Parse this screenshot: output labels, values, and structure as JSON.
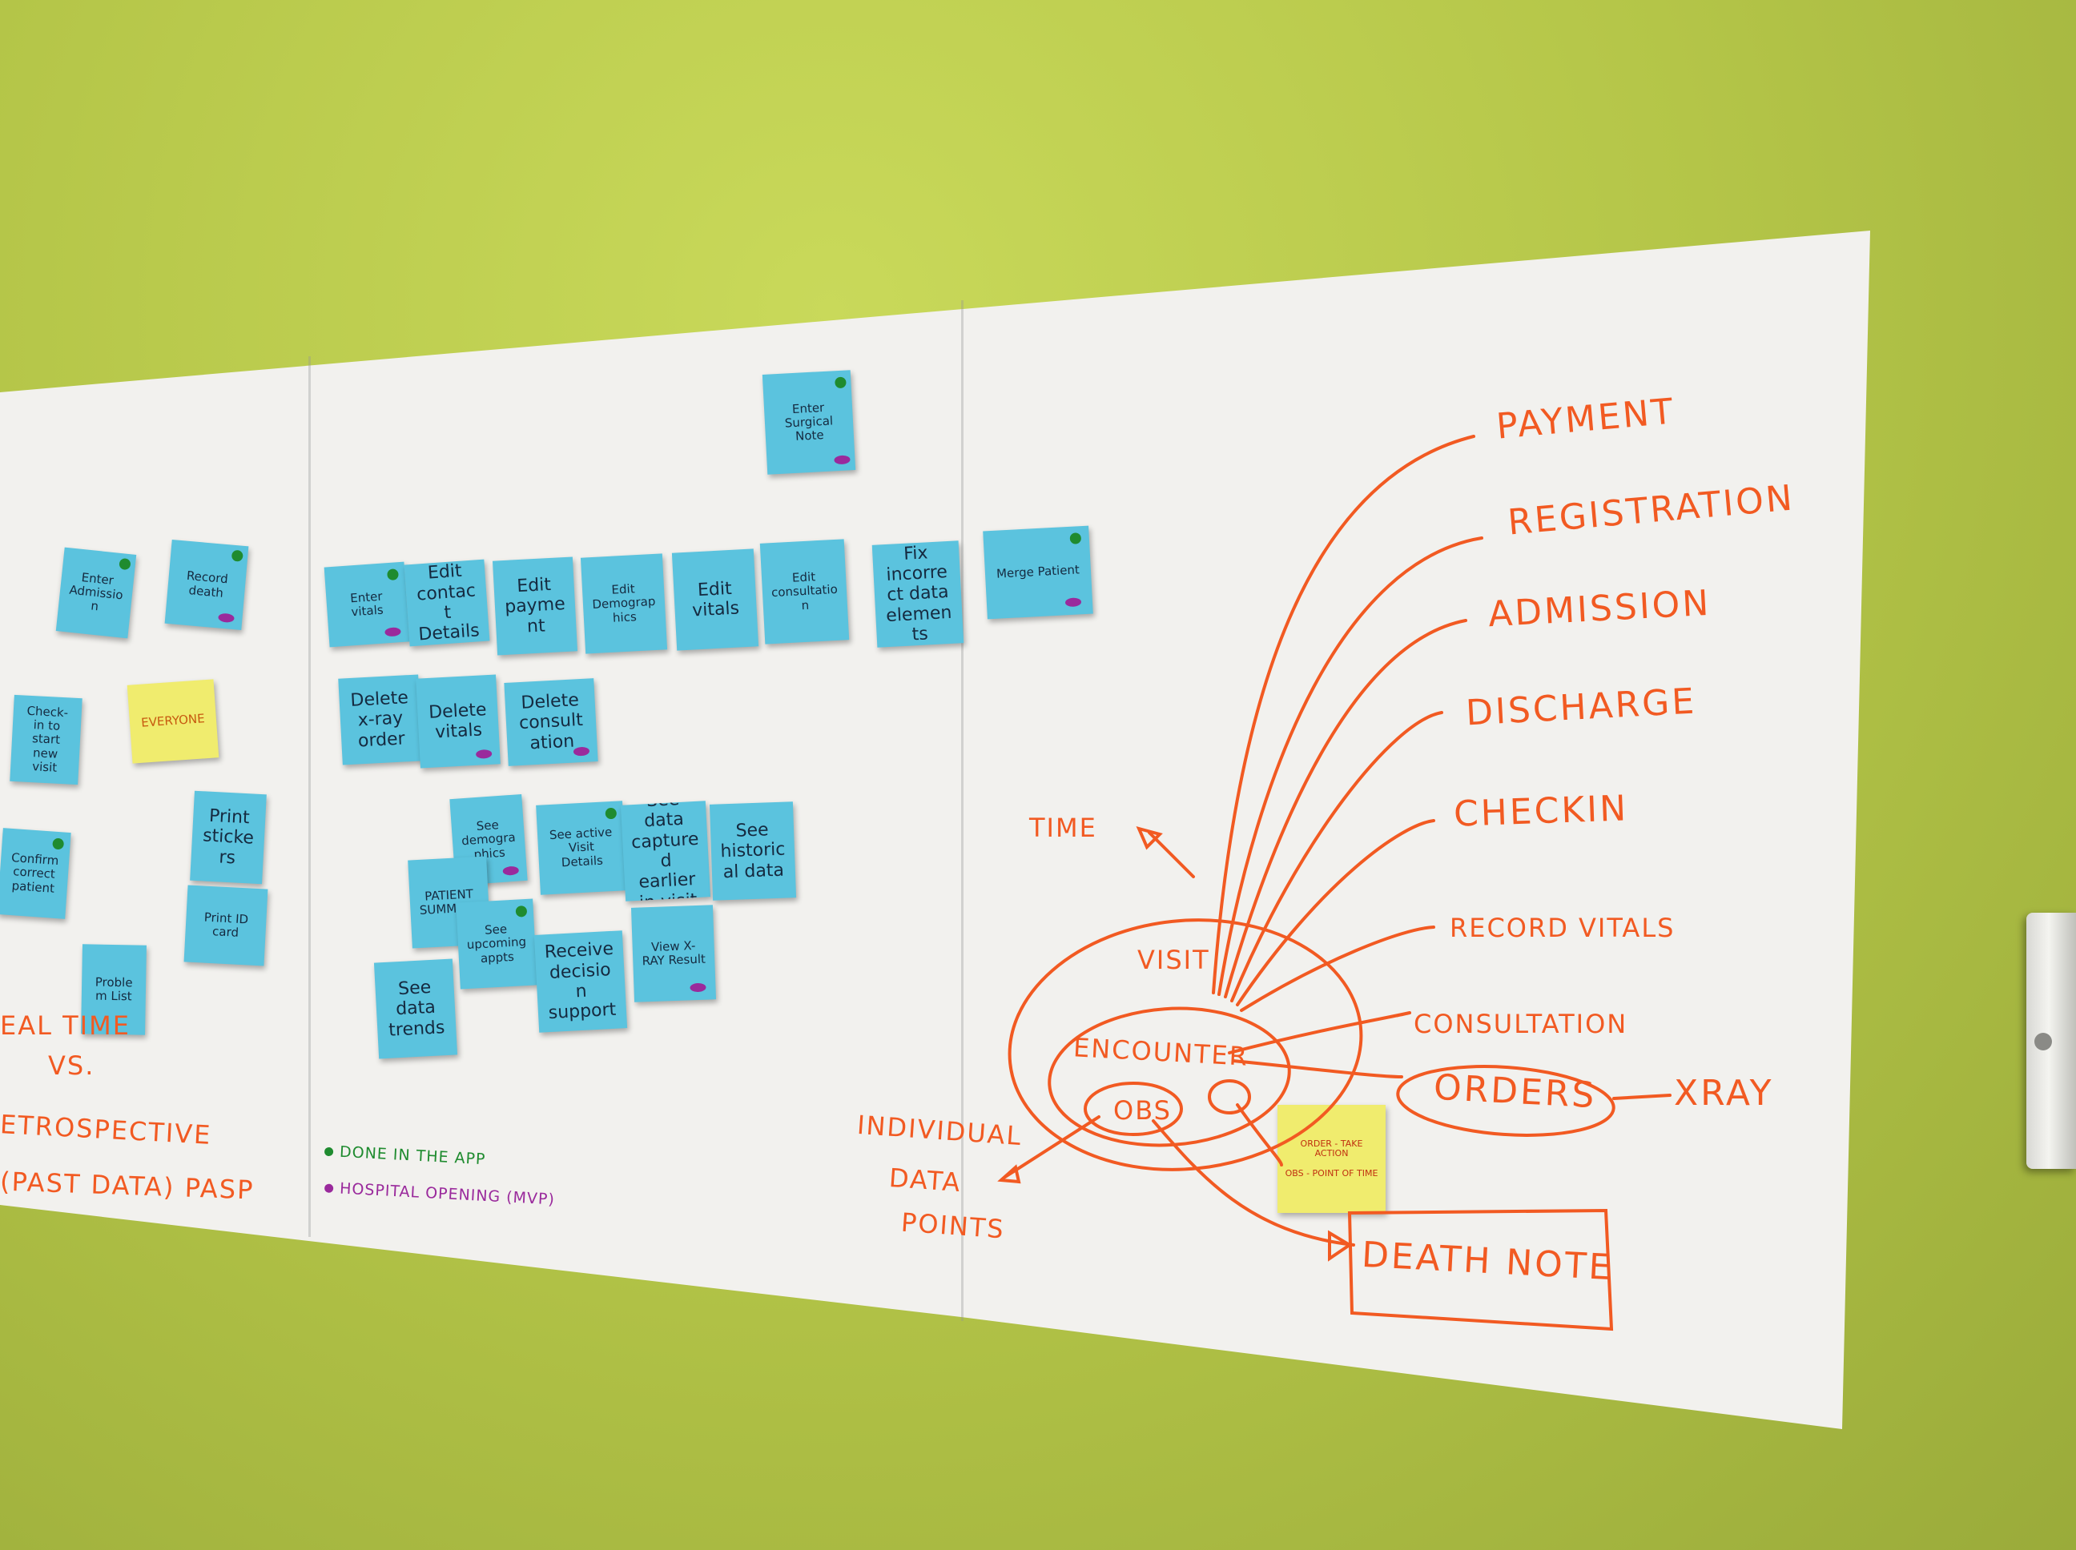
{
  "notes": [
    {
      "text": "Enter Surgical Note"
    },
    {
      "text": "Enter Admission"
    },
    {
      "text": "Record death"
    },
    {
      "text": "Check-in to start new visit"
    },
    {
      "text": "EVERYONE"
    },
    {
      "text": "Confirm correct patient"
    },
    {
      "text": "Print stickers"
    },
    {
      "text": "Print ID card"
    },
    {
      "text": "Problem List"
    },
    {
      "text": "Enter vitals"
    },
    {
      "text": "Edit contact Details"
    },
    {
      "text": "Edit payment"
    },
    {
      "text": "Edit Demographics"
    },
    {
      "text": "Edit vitals"
    },
    {
      "text": "Edit consultation"
    },
    {
      "text": "Fix incorrect data elements"
    },
    {
      "text": "Merge Patient"
    },
    {
      "text": "Delete x-ray order"
    },
    {
      "text": "Delete vitals"
    },
    {
      "text": "Delete consultation"
    },
    {
      "text": "See demographics"
    },
    {
      "text": "See active Visit Details"
    },
    {
      "text": "See data captured earlier in visit"
    },
    {
      "text": "See historical data"
    },
    {
      "text": "PATIENT SUMMARY"
    },
    {
      "text": "See upcoming appts"
    },
    {
      "text": "View X-RAY Result"
    },
    {
      "text": "Receive decision support"
    },
    {
      "text": "See data trends"
    },
    {
      "text": "ORDER - TAKE ACTION"
    },
    {
      "text": "OBS - POINT OF TIME"
    }
  ],
  "left_text": {
    "line1": "EAL TIME",
    "line2": "VS.",
    "line3": "ETROSPECTIVE",
    "line4": "(PAST DATA) PASP"
  },
  "legend": {
    "green_label": "DONE IN THE APP",
    "purple_label": "HOSPITAL OPENING (MVP)",
    "green_color": "#1f8b2f",
    "purple_color": "#9a2a9c"
  },
  "diagram": {
    "branches": [
      "PAYMENT",
      "REGISTRATION",
      "ADMISSION",
      "DISCHARGE",
      "CHECKIN",
      "RECORD VITALS",
      "CONSULTATION"
    ],
    "orders": "ORDERS",
    "xray": "XRAY",
    "time": "TIME",
    "visit": "VISIT",
    "encounter": "ENCOUNTER",
    "obs": "OBS",
    "individual": [
      "INDIVIDUAL",
      "DATA",
      "POINTS"
    ],
    "death_note": "DEATH NOTE",
    "marker_color": "#f25a22"
  }
}
